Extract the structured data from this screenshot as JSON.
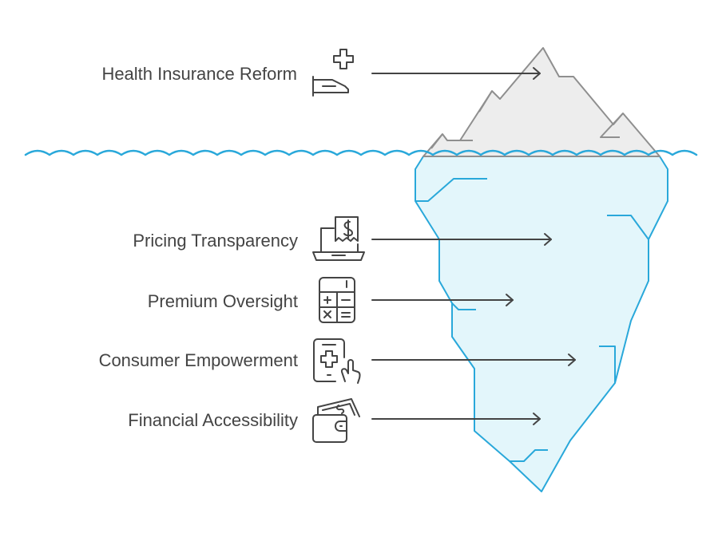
{
  "diagram": {
    "colors": {
      "water_line": "#29A8DA",
      "submerged_fill": "#E3F6FB",
      "tip_fill": "#EDEDED",
      "tip_stroke": "#8F8F8F",
      "text": "#444444",
      "icon_stroke": "#444444"
    },
    "above_water": {
      "label": "Health Insurance Reform",
      "icon": "hand-holding-medical-icon"
    },
    "below_water": [
      {
        "label": "Pricing Transparency",
        "icon": "laptop-receipt-icon"
      },
      {
        "label": "Premium Oversight",
        "icon": "calculator-icon"
      },
      {
        "label": "Consumer Empowerment",
        "icon": "phone-medical-tap-icon"
      },
      {
        "label": "Financial Accessibility",
        "icon": "wallet-money-icon"
      }
    ]
  }
}
